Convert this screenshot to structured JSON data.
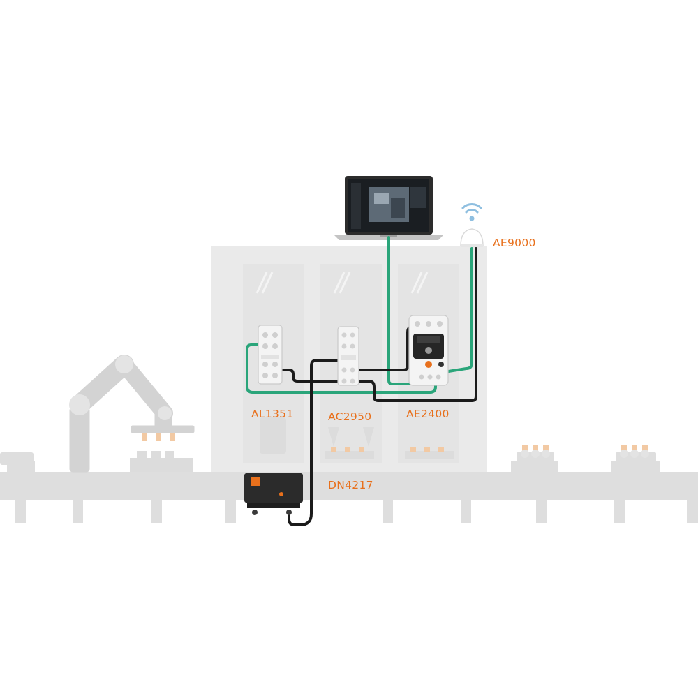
{
  "devices": {
    "ae9000": {
      "label": "AE9000"
    },
    "al1351": {
      "label": "AL1351"
    },
    "ac2950": {
      "label": "AC2950"
    },
    "ae2400": {
      "label": "AE2400"
    },
    "dn4217": {
      "label": "DN4217"
    }
  },
  "colors": {
    "label": "#e8701c",
    "green_cable": "#2aa57a",
    "black_cable": "#1b1b1b",
    "background_machinery": "#dcdcdc",
    "cabinet": "#ebebeb",
    "wifi": "#8fbfe0"
  },
  "icons": [
    "laptop-icon",
    "wifi-icon",
    "wireless-access-point-icon",
    "io-module-icon",
    "controller-icon",
    "power-supply-box-icon",
    "robot-arm-icon",
    "conveyor-icon"
  ]
}
